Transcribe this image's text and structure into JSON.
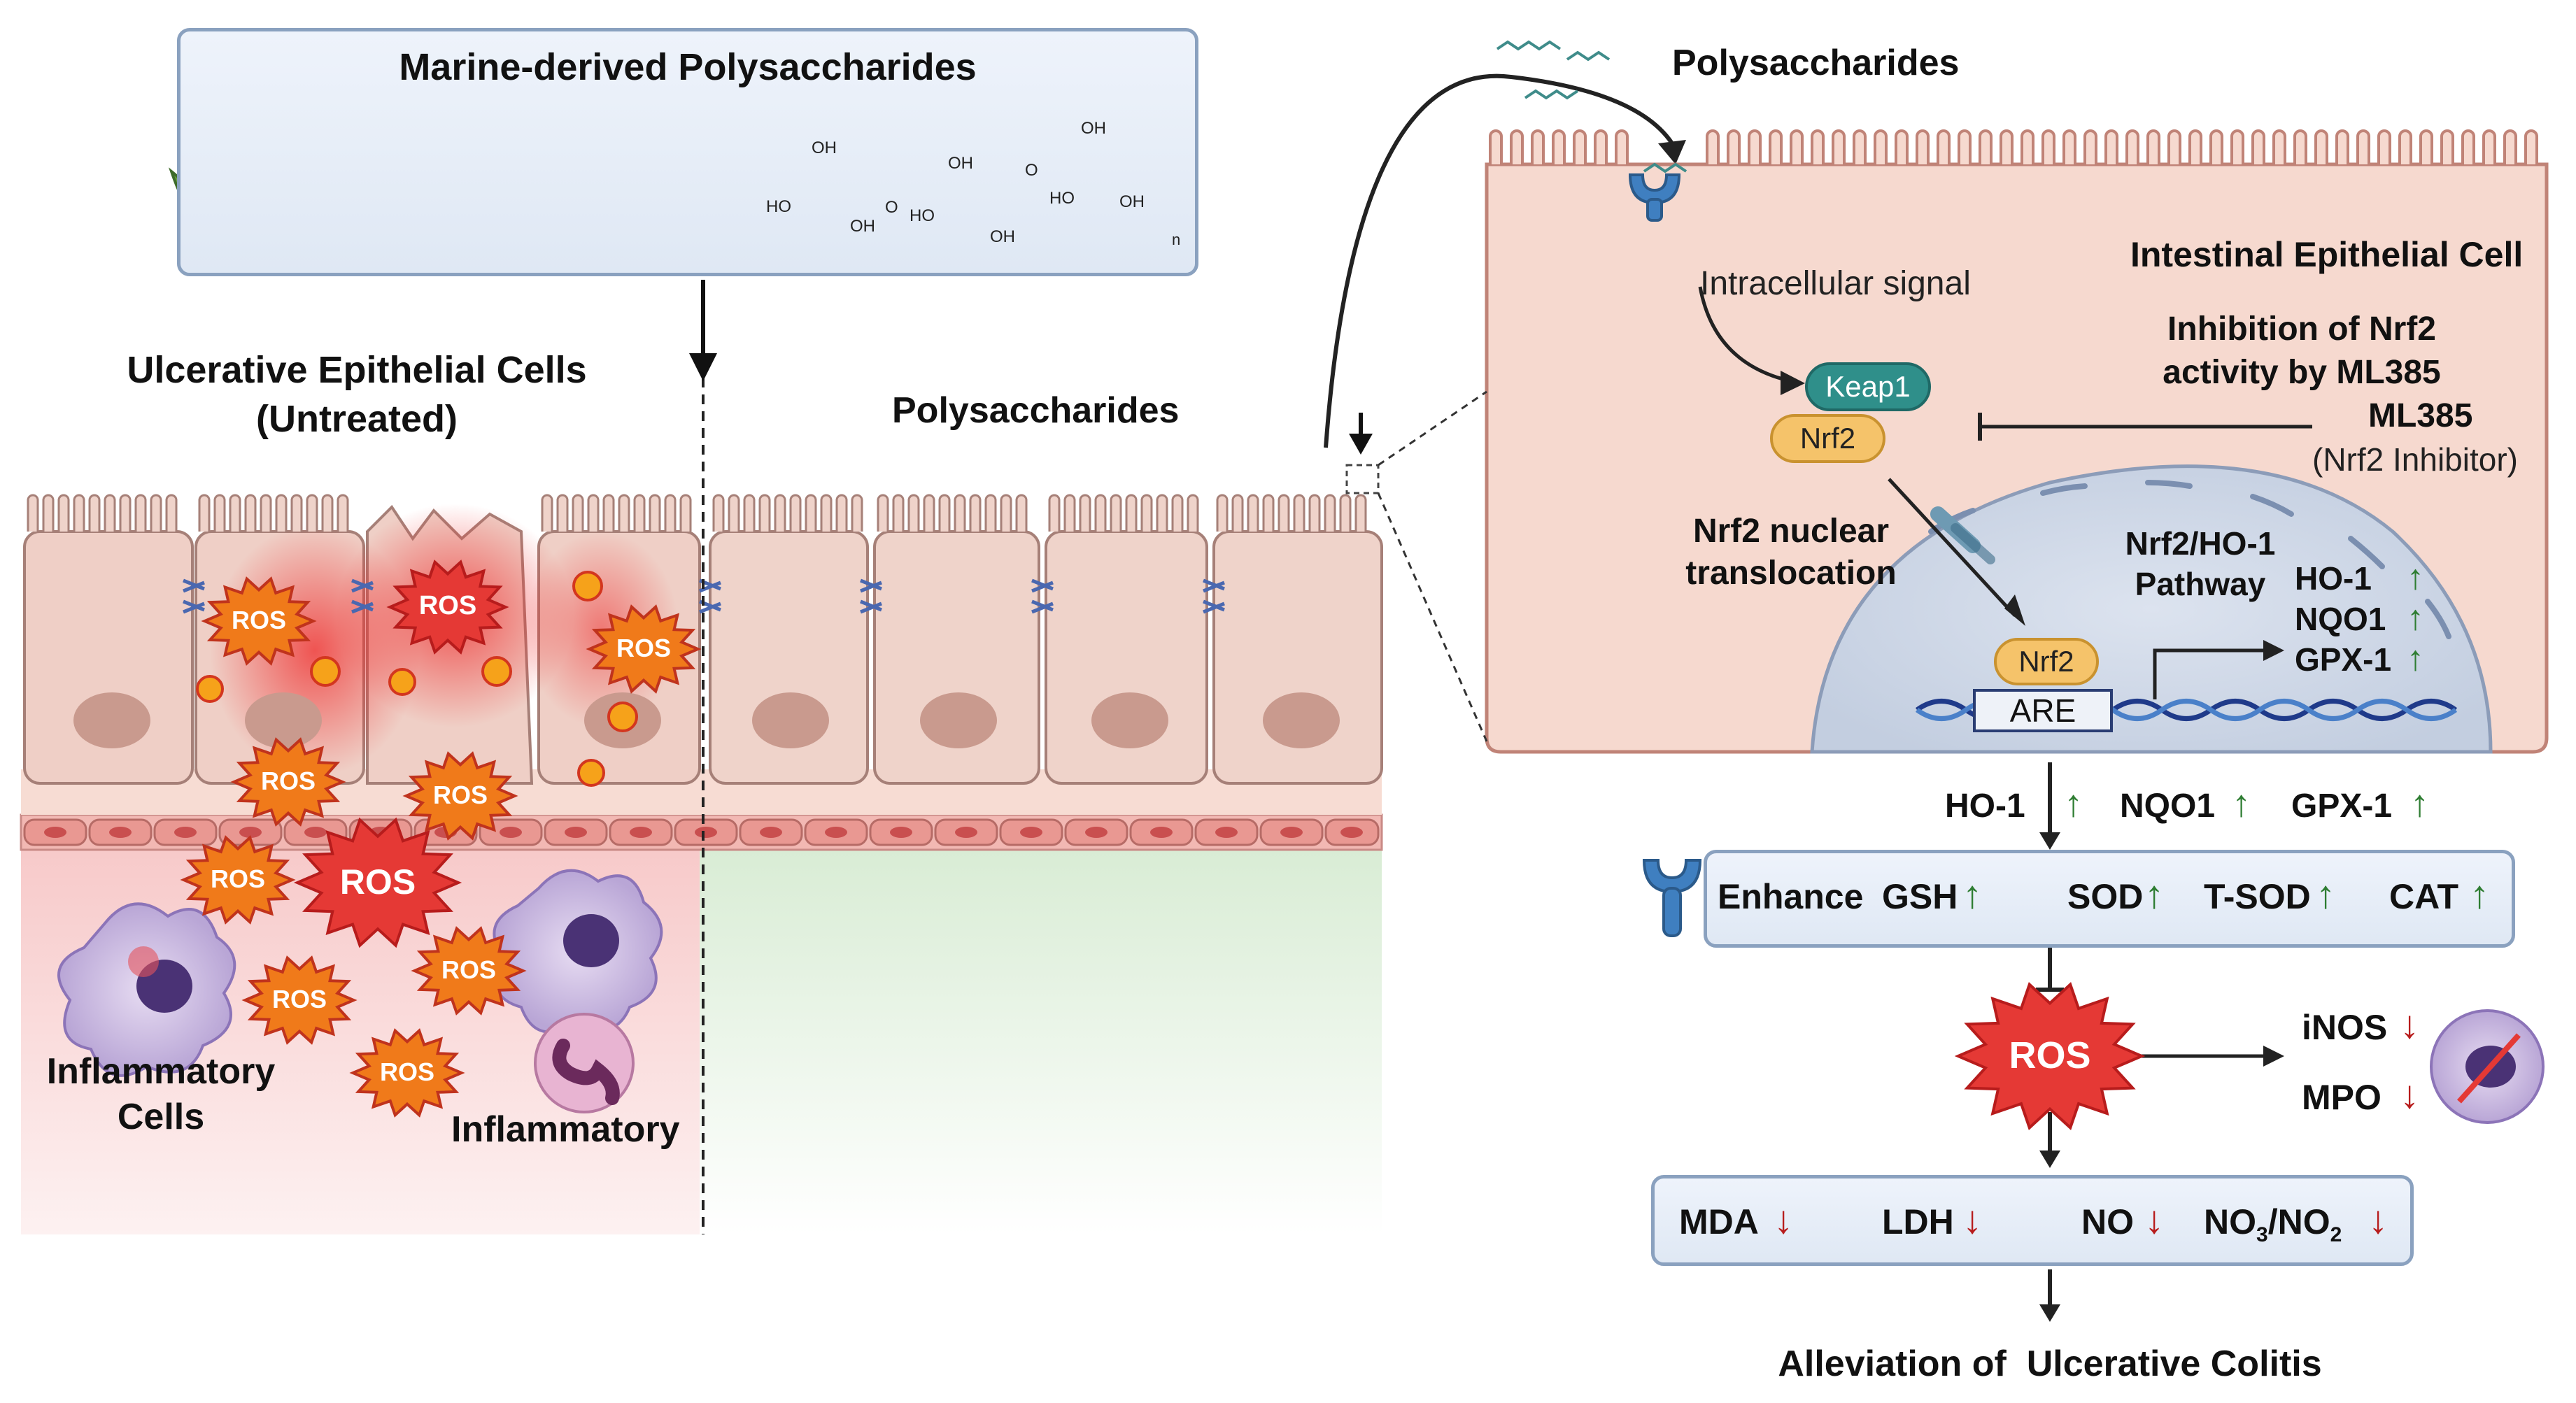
{
  "left": {
    "marine_title": "Marine-derived Polysaccharides",
    "ulcerative_title_line1": "Ulcerative Epithelial Cells",
    "ulcerative_title_line2": "(Untreated)",
    "treated_title": "Polysaccharides",
    "ros_label": "ROS",
    "inflammatory_cells_line1": "Inflammatory",
    "inflammatory_cells_line2": "Cells",
    "inflammatory": "Inflammatory",
    "structure": {
      "oh": "OH",
      "ho": "HO",
      "o": "O",
      "n": "n"
    }
  },
  "right": {
    "polysaccharides_title": "Polysaccharides",
    "cell_title": "Intestinal Epithelial Cell",
    "intracellular_signal": "Intracellular signal",
    "keap1": "Keap1",
    "nrf2": "Nrf2",
    "inhibition_line1": "Inhibition of Nrf2",
    "inhibition_line2": "activity by ML385",
    "ml385": "ML385",
    "ml385_sub": "(Nrf2 Inhibitor)",
    "translocation_line1": "Nrf2 nuclear",
    "translocation_line2": "translocation",
    "pathway_line1": "Nrf2/HO-1",
    "pathway_line2": "Pathway",
    "are": "ARE",
    "genes": [
      "HO-1",
      "NQO1",
      "GPX-1"
    ],
    "expression": [
      "HO-1",
      "NQO1",
      "GPX-1"
    ],
    "enhance_prefix": "Enhance",
    "antioxidants": [
      "GSH",
      "SOD",
      "T-SOD",
      "CAT"
    ],
    "ros": "ROS",
    "inflammatory_markers": [
      "iNOS",
      "MPO"
    ],
    "oxidative_markers": [
      "MDA",
      "LDH",
      "NO"
    ],
    "no_ratio": {
      "a": "NO",
      "a_sub": "3",
      "sep": "/NO",
      "b_sub": "2"
    },
    "conclusion": "Alleviation of  Ulcerative Colitis"
  },
  "colors": {
    "up_arrow": "#2e7d32",
    "down_arrow": "#b71c1c",
    "ros_fill": "#e53935",
    "cell_fill": "#f1d6cc",
    "box_border": "#8aa1bf",
    "nrf2_fill": "#f5c36a",
    "keap1_fill": "#2f8f8a"
  }
}
